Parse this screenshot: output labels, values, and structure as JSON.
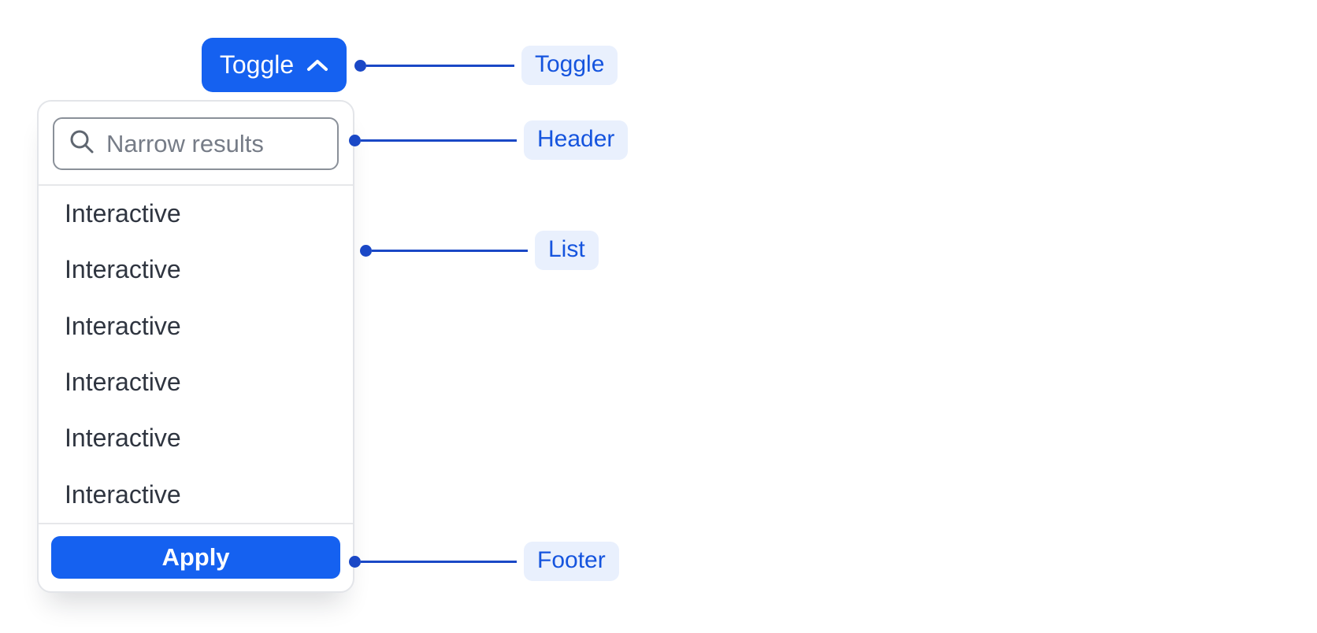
{
  "colors": {
    "primary_blue": "#1561F0",
    "annotation_line": "#1A48C6",
    "annotation_pill_bg": "#E9F0FD",
    "annotation_text": "#1554DE",
    "panel_border": "#E3E5E9",
    "input_border": "#8A9099",
    "placeholder_text": "#767C87",
    "list_text": "#2F3540"
  },
  "toggle_button": {
    "label": "Toggle",
    "icon": "chevron-up-icon"
  },
  "dropdown": {
    "search": {
      "placeholder": "Narrow results",
      "icon": "search-icon",
      "value": ""
    },
    "items": [
      "Interactive",
      "Interactive",
      "Interactive",
      "Interactive",
      "Interactive",
      "Interactive"
    ],
    "apply_label": "Apply"
  },
  "annotations": [
    {
      "label": "Toggle"
    },
    {
      "label": "Header"
    },
    {
      "label": "List"
    },
    {
      "label": "Footer"
    }
  ]
}
